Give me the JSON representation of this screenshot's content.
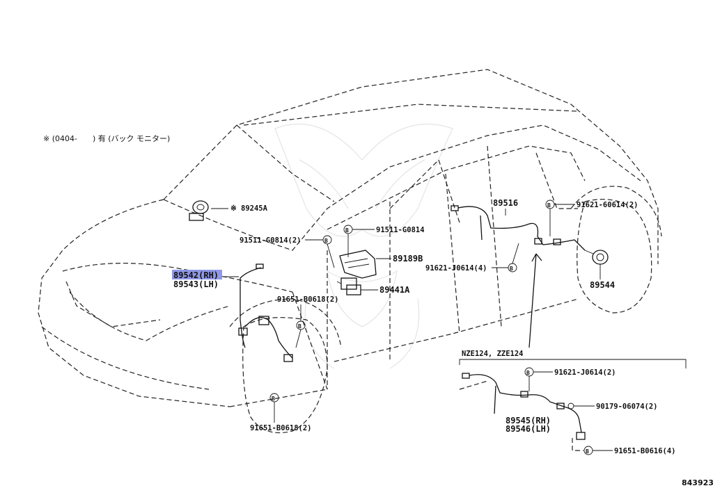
{
  "note": "※ (0404-　　) 有 (バック モニター)",
  "parts": {
    "p89245A": "89245A",
    "p89245A_mark": "※",
    "p91511_top": "91511-G0814",
    "p91511_left": "91511-G0814(2)",
    "p89542": "89542(RH)",
    "p89543": "89543(LH)",
    "p91651_upper": "91651-B0618(2)",
    "p91651_lower": "91651-B0618(2)",
    "p89189B": "89189B",
    "p89441A": "89441A",
    "p91621_mid": "91621-J0614(4)",
    "p89516": "89516",
    "p91621_60614": "91621-60614(2)",
    "p89544": "89544"
  },
  "inset": {
    "label": "NZE124, ZZE124",
    "p91621_j0614": "91621-J0614(2)",
    "p90179": "90179-06074(2)",
    "p89545": "89545(RH)",
    "p89546": "89546(LH)",
    "p91651_b0616": "91651-B0616(4)"
  },
  "bolt_mark": "B",
  "diagram_id": "843923"
}
